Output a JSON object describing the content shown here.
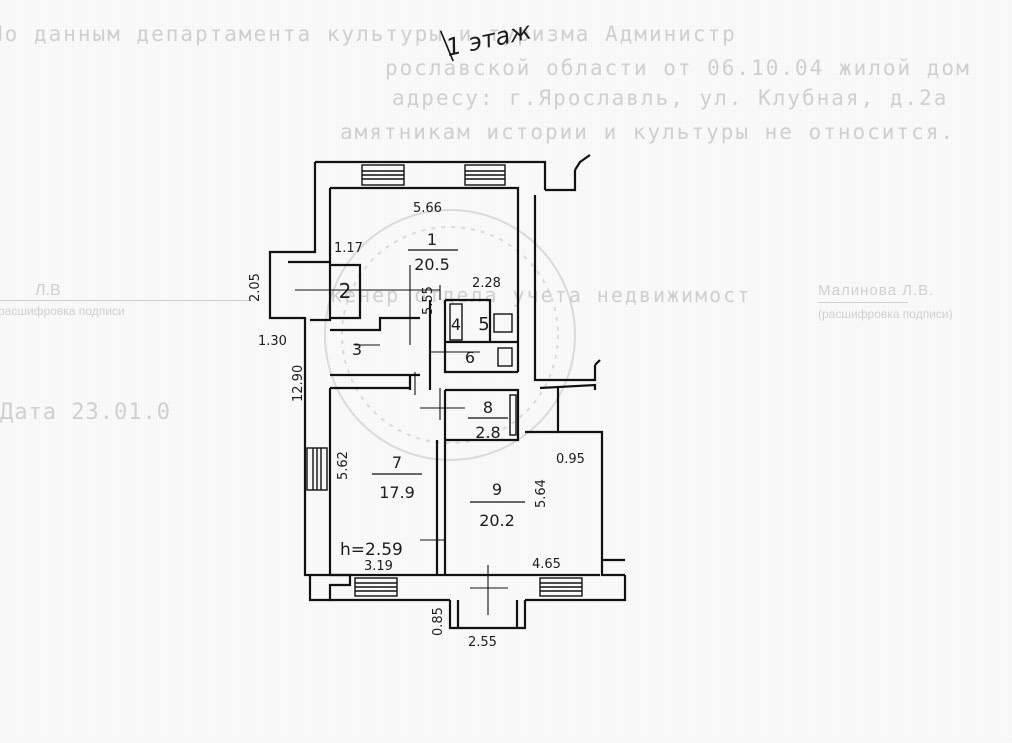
{
  "header": {
    "title": "1 этаж"
  },
  "faded_text": {
    "line1": "По данным департамента культуры и туризма Администр",
    "line2": "рославской области от 06.10.04 жилой дом",
    "line3": "адресу: г.Ярославль, ул. Клубная, д.2а",
    "line4": "амятникам истории и культуры не относится.",
    "line5": "кенер отдела учета недвижимост",
    "signer_name": "Малинова Л.В.",
    "signer_initials": "Л.В",
    "signature_caption_left": "(расшифровка подписи",
    "signature_caption_right": "(расшифровка подписи)",
    "date_label": "Дата 23.01.0"
  },
  "rooms": [
    {
      "number": "1",
      "area": "20.5"
    },
    {
      "number": "2",
      "area": ""
    },
    {
      "number": "3",
      "area": ""
    },
    {
      "number": "4",
      "area": ""
    },
    {
      "number": "5",
      "area": ""
    },
    {
      "number": "6",
      "area": ""
    },
    {
      "number": "7",
      "area": "17.9"
    },
    {
      "number": "8",
      "area": "2.8"
    },
    {
      "number": "9",
      "area": "20.2"
    }
  ],
  "dimensions": {
    "d1": "5.66",
    "d2": "1.17",
    "d3": "2.05",
    "d4": "1.30",
    "d5": "12.90",
    "d6": "5.55",
    "d7": "2.28",
    "d8": "5.62",
    "d9": "5.64",
    "d10": "0.95",
    "d11": "3.19",
    "d12": "4.65",
    "d13": "0.85",
    "d14": "2.55",
    "d15": "h=2.59"
  }
}
